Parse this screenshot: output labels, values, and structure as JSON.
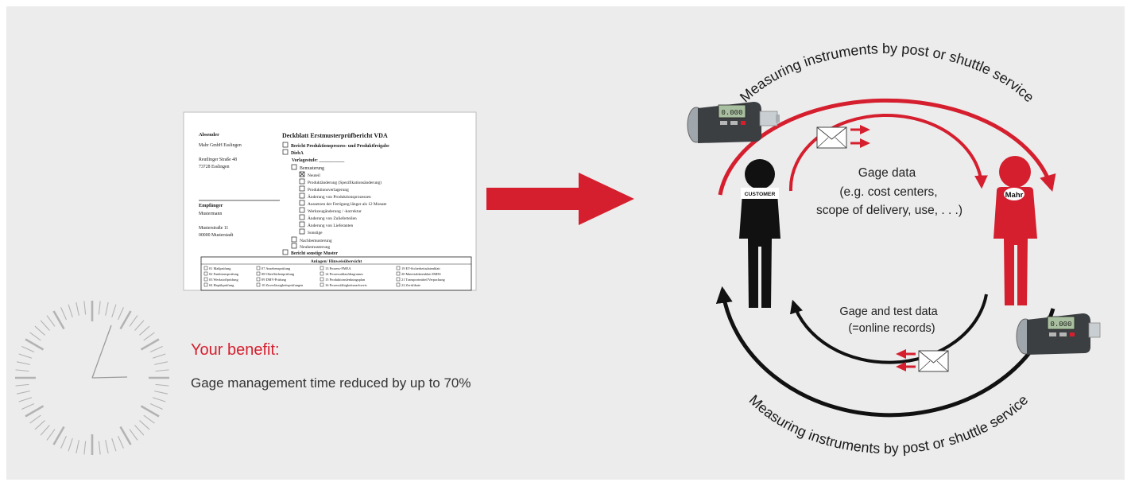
{
  "colors": {
    "accent": "#d51f2e",
    "background": "#ececec",
    "dark": "#111111"
  },
  "form": {
    "sender_label": "Absender",
    "sender_lines": [
      "Mahr GmbH Esslingen",
      "Reutlinger Straße 48",
      "73728 Esslingen"
    ],
    "title": "Deckblatt   Erstmusterprüfbericht VDA",
    "option_report": "Bericht Produktionsprozess- und Produktfreigabe",
    "option_dsa": "DiebA",
    "submission_level": "Vorlagestufe: ___________",
    "reason": "Bemusterung",
    "reason_items": [
      "Neuteil",
      "Produktänderung (Spezifikationsänderung)",
      "Produktionsverlagerung",
      "Änderung von Produktionsprozessen",
      "Aussetzen der Fertigung länger als 12 Monate",
      "Werkzeugänderung / -korrektur",
      "Änderung von Zulieferteilen",
      "Änderung von Lieferanten",
      "Sonstige"
    ],
    "recipient_label": "Empfänger",
    "recipient_lines": [
      "Mustermann",
      "Musterstraße 11",
      "00000 Musterstadt"
    ],
    "resampling": "Nachbemusterung",
    "new_sampling": "Neubemusterung",
    "other_samples": "Bericht sonstige Muster",
    "attachments_title": "Anlagen/ Hinweisübersicht",
    "attachment_cols": [
      [
        "01 Maßprüfung",
        "02 Funktionsprüfung",
        "03 Werkstoffprüfung",
        "04 Haptikprüfung"
      ],
      [
        "07 Ansehensprüfung",
        "08 Oberflächenprüfung",
        "09 DMV-Prüfung",
        "10 Zuverlässigkeitsprüfungen"
      ],
      [
        "13 Prozess-FMEA",
        "14 Prozessablaufdiagramm",
        "15 Produktionslenkungsplan",
        "16 Prozessfähigkeitsnachweis"
      ],
      [
        "19 ET-Sicherheitsdatenblatt",
        "20 Materialdatenblatt IMDS",
        "21 Transportmittel/Verpackung",
        "22 Zertifikate"
      ]
    ]
  },
  "benefit": {
    "title": "Your benefit:",
    "text": "Gage management time reduced by up to 70%"
  },
  "diagram": {
    "top_arc_label": "Measuring instruments by post or shuttle service",
    "bottom_arc_label": "Measuring instruments by post or shuttle service",
    "customer_label": "CUSTOMER",
    "mahr_label": "Mahr",
    "gage_data_lines": [
      "Gage data",
      "(e.g. cost centers,",
      "scope of delivery, use, . . .)"
    ],
    "test_data_lines": [
      "Gage and test data",
      "(=online records)"
    ],
    "device_display": "0.000"
  }
}
